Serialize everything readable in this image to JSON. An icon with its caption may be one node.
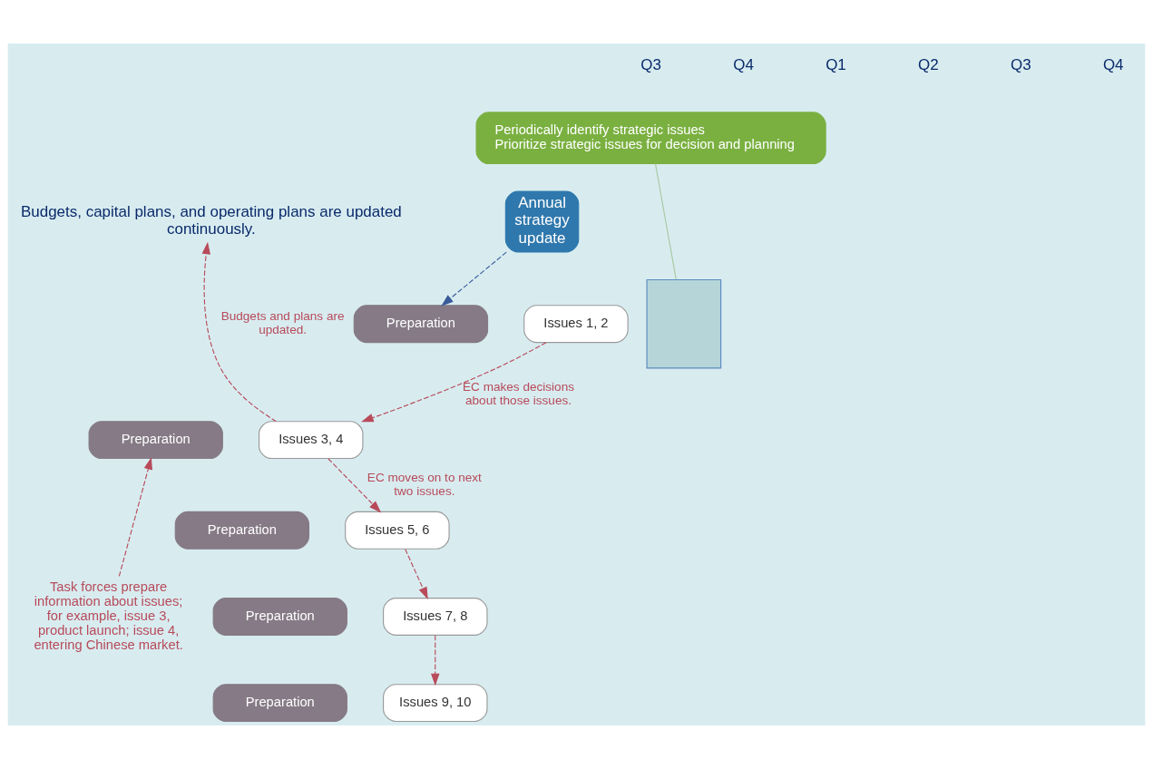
{
  "diagram": {
    "nodes": [
      {
        "text": [
          "Periodically identify strategic issues",
          "Prioritize strategic issues for decision and planning"
        ]
      },
      {
        "text": [
          "Annual strategy update"
        ]
      },
      {
        "text": [],
        "shape": "box"
      },
      {
        "text": [
          "Preparation"
        ]
      },
      {
        "text": [
          "Issues 1, 2"
        ]
      },
      {
        "text": [
          "Preparation"
        ]
      },
      {
        "text": [
          "Issues 3, 4"
        ]
      },
      {
        "text": [
          "Preparation"
        ]
      },
      {
        "text": [
          "Issues 5, 6"
        ]
      },
      {
        "text": [
          "Preparation"
        ]
      },
      {
        "text": [
          "Issues 7, 8"
        ]
      },
      {
        "text": [
          "Preparation"
        ]
      },
      {
        "text": [
          "Issues 9, 10"
        ]
      },
      {
        "text": [
          "Budgets, capital plans, and operating plans are updated continuously."
        ]
      },
      {
        "text": [
          "Task forces prepare information about issues; for example, issue 3, product launch; issue 4, entering Chinese market."
        ]
      }
    ],
    "edges": [
      {
        "from": 2,
        "to": 0,
        "arrow": "none",
        "color": "#a8c8a0"
      },
      {
        "from": 1,
        "to": 3,
        "arrow": "to",
        "style": "dashed",
        "color": "#3a5a9a"
      },
      {
        "from": 4,
        "to": 6,
        "arrow": "to",
        "style": "dashed",
        "label": "EC makes decisions about those issues."
      },
      {
        "from": 6,
        "to": 13,
        "arrow": "to",
        "style": "dashed",
        "label": "Budgets and plans are updated."
      },
      {
        "from": 6,
        "to": 8,
        "arrow": "to",
        "style": "dashed",
        "label": "EC moves on to next two issues."
      },
      {
        "from": 8,
        "to": 10,
        "arrow": "to",
        "style": "dashed"
      },
      {
        "from": 10,
        "to": 12,
        "arrow": "to",
        "style": "dashed"
      },
      {
        "from": 14,
        "to": 5,
        "arrow": "to",
        "style": "dashed"
      }
    ],
    "labels": [
      "Q3",
      "Q4",
      "Q1",
      "Q2",
      "Q3",
      "Q4"
    ]
  }
}
